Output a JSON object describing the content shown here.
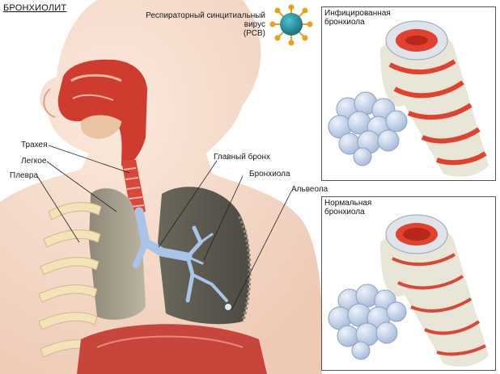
{
  "title": "БРОНХИОЛИТ",
  "virus": {
    "label_line1": "Респираторный синцитиальный",
    "label_line2": "вирус",
    "label_line3": "(РСВ)"
  },
  "labels": {
    "trachea": "Трахея",
    "lung": "Легкое",
    "pleura": "Плевра",
    "main_bronchus": "Главный бронх",
    "bronchiole": "Бронхиола",
    "alveolus": "Альвеола"
  },
  "panels": {
    "infected": {
      "line1": "Инфицированная",
      "line2": "бронхиола"
    },
    "normal": {
      "line1": "Нормальная",
      "line2": "бронхиола"
    }
  },
  "colors": {
    "skin": "#f3d9c9",
    "airway": "#d9463a",
    "bronchus": "#a9c4e6",
    "lung_gray": "#a59c8c",
    "lung_dark": "#5e5c52",
    "rib": "#f4e2b8",
    "virus_body": "#1d8a99",
    "virus_spike": "#e8a21a",
    "inflamed": "#e0422f",
    "alveoli": "#cfdcef"
  }
}
